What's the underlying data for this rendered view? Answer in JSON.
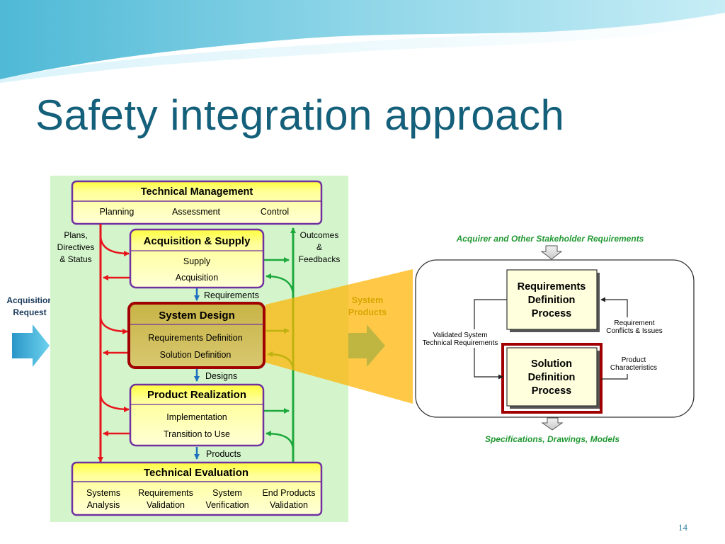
{
  "slide": {
    "title": "Safety integration approach",
    "page_number": "14"
  },
  "left_labels": {
    "acquisition_1": "Acquisition",
    "acquisition_2": "Request"
  },
  "diagram": {
    "technical_management": {
      "title": "Technical Management",
      "items": [
        "Planning",
        "Assessment",
        "Control"
      ]
    },
    "acquisition_supply": {
      "title": "Acquisition & Supply",
      "items": [
        "Supply",
        "Acquisition"
      ]
    },
    "system_design": {
      "title": "System Design",
      "items": [
        "Requirements Definition",
        "Solution Definition"
      ]
    },
    "product_realization": {
      "title": "Product Realization",
      "items": [
        "Implementation",
        "Transition to Use"
      ]
    },
    "technical_evaluation": {
      "title": "Technical Evaluation",
      "items": [
        [
          "Systems",
          "Analysis"
        ],
        [
          "Requirements",
          "Validation"
        ],
        [
          "System",
          "Verification"
        ],
        [
          "End Products",
          "Validation"
        ]
      ]
    },
    "plans_label": [
      "Plans,",
      "Directives",
      "& Status"
    ],
    "outcomes_label": [
      "Outcomes",
      "&",
      "Feedbacks"
    ],
    "flow_requirements": "Requirements",
    "flow_designs": "Designs",
    "flow_products": "Products",
    "system_products": [
      "System",
      "Products"
    ]
  },
  "detail": {
    "top_label": "Acquirer and Other Stakeholder Requirements",
    "bottom_label": "Specifications, Drawings, Models",
    "req_process": [
      "Requirements",
      "Definition",
      "Process"
    ],
    "sol_process": [
      "Solution",
      "Definition",
      "Process"
    ],
    "validated_label": [
      "Validated System",
      "Technical Requirements"
    ],
    "conflicts_label": [
      "Requirement",
      "Conflicts & Issues"
    ],
    "characteristics_label": [
      "Product",
      "Characteristics"
    ]
  },
  "colors": {
    "title": "#145f7a",
    "box_fill": "#ffff80",
    "box_border": "#7030a0",
    "highlight_border": "#a00000",
    "red_arrow": "#e8141c",
    "green_arrow": "#1ca83c",
    "blue_arrow": "#1f6fbf",
    "diagram_bg": "#d4f5cc",
    "detail_green_text": "#229933"
  }
}
